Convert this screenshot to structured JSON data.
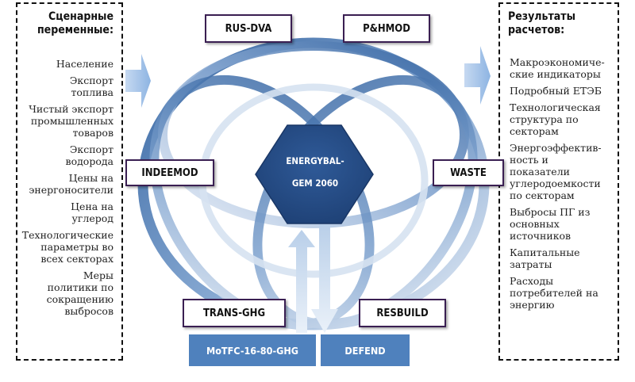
{
  "scenario_panel": {
    "title": "Сценарные\nпеременные:",
    "items": [
      "Население",
      "Экспорт\nтоплива",
      "Чистый экспорт\nпромышленных\nтоваров",
      "Экспорт\nводорода",
      "Цены на\nэнергоносители",
      "Цена на\nуглерод",
      "Технологические\nпараметры во\nвсех секторах",
      "Меры\nполитики по\nсокращению\nвыбросов"
    ]
  },
  "results_panel": {
    "title": "Результаты\nрасчетов:",
    "items": [
      "Макроэкономиче-\nские индикаторы",
      "Подробный ЕТЭБ",
      "Технологическая\nструктура по\nсекторам",
      "Энергоэффектив-\nность и\nпоказатели\nуглеродоемкости\nпо секторам",
      "Выбросы ПГ из\nосновных\nисточников",
      "Капитальные\nзатраты",
      "Расходы\nпотребителей на\nэнергию"
    ]
  },
  "core_model": {
    "label": "ENERGYBAL-\nGEM 2060"
  },
  "modules": {
    "rus_dva": "RUS-DVA",
    "p_hmod": "P&HMOD",
    "indeemod": "INDEEMOD",
    "waste": "WASTE",
    "trans_ghg": "TRANS-GHG",
    "resbuild": "RESBUILD",
    "motfc": "MoTFC-16-80-GHG",
    "defend": "DEFEND"
  },
  "colors": {
    "ring_dark": "#2e5f9e",
    "ring_light": "#c9d7ea",
    "hexagon": "#2a4f8a",
    "arrow": "#8db4e2",
    "module_blue": "#4f81bd"
  }
}
